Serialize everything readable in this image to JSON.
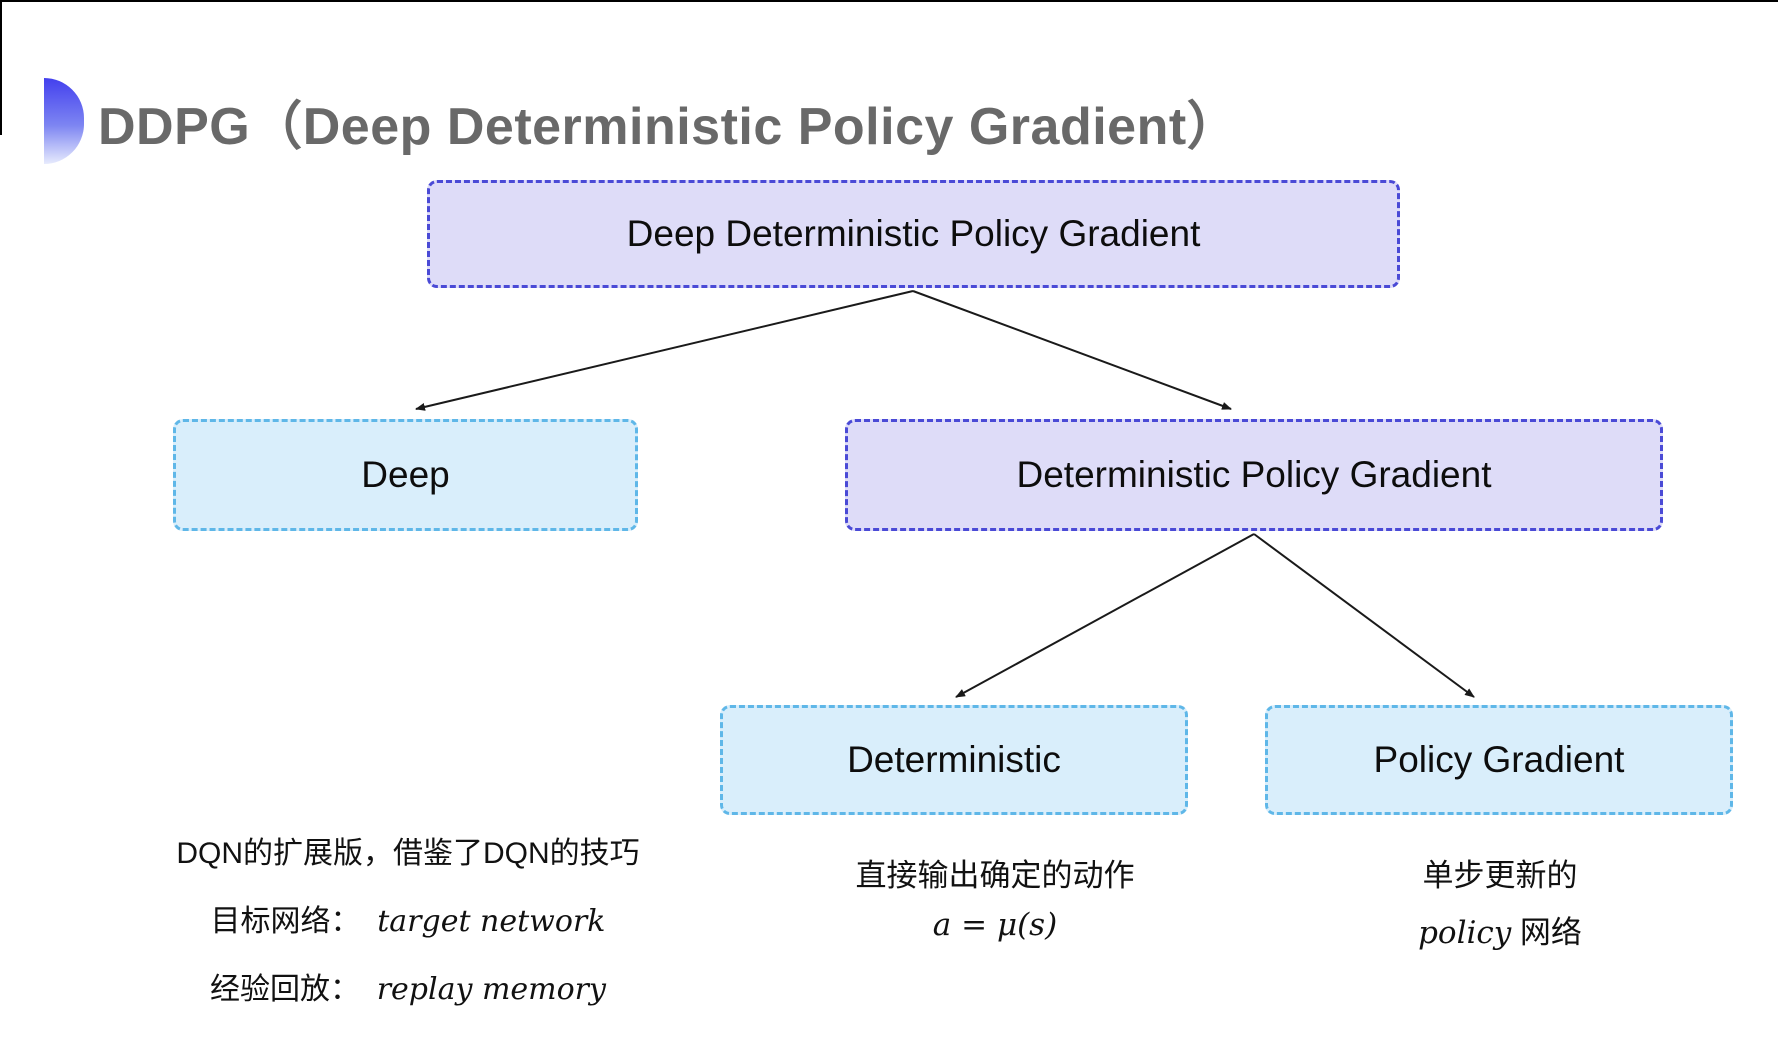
{
  "page": {
    "title": "DDPG（Deep Deterministic Policy Gradient）"
  },
  "colors": {
    "purple_fill": "#dedcf8",
    "purple_border": "#4a4ad6",
    "cyan_fill": "#d9eefb",
    "cyan_border": "#5fb7e8",
    "title_gray": "#696969",
    "arrow": "#1a1a1a",
    "semicircle_top": "#4340ee",
    "semicircle_bottom": "#e7ebfd"
  },
  "diagram": {
    "nodes": [
      {
        "id": "ddpg",
        "label": "Deep Deterministic Policy Gradient",
        "style": "purple"
      },
      {
        "id": "deep",
        "label": "Deep",
        "style": "cyan"
      },
      {
        "id": "dpg",
        "label": "Deterministic Policy Gradient",
        "style": "purple"
      },
      {
        "id": "deterministic",
        "label": "Deterministic",
        "style": "cyan"
      },
      {
        "id": "policy_gradient",
        "label": "Policy Gradient",
        "style": "cyan"
      }
    ],
    "edges": [
      {
        "from": "ddpg",
        "to": "deep"
      },
      {
        "from": "ddpg",
        "to": "dpg"
      },
      {
        "from": "dpg",
        "to": "deterministic"
      },
      {
        "from": "dpg",
        "to": "policy_gradient"
      }
    ]
  },
  "annotations": {
    "deep_notes": {
      "line1": "DQN的扩展版，借鉴了DQN的技巧",
      "line2_zh": "目标网络：",
      "line2_en": "target network",
      "line3_zh": "经验回放：",
      "line3_en": "replay memory"
    },
    "deterministic_notes": {
      "line1": "直接输出确定的动作",
      "formula": "a = μ(s)"
    },
    "policy_gradient_notes": {
      "line1": "单步更新的",
      "line2_en": "policy",
      "line2_zh": " 网络"
    }
  }
}
